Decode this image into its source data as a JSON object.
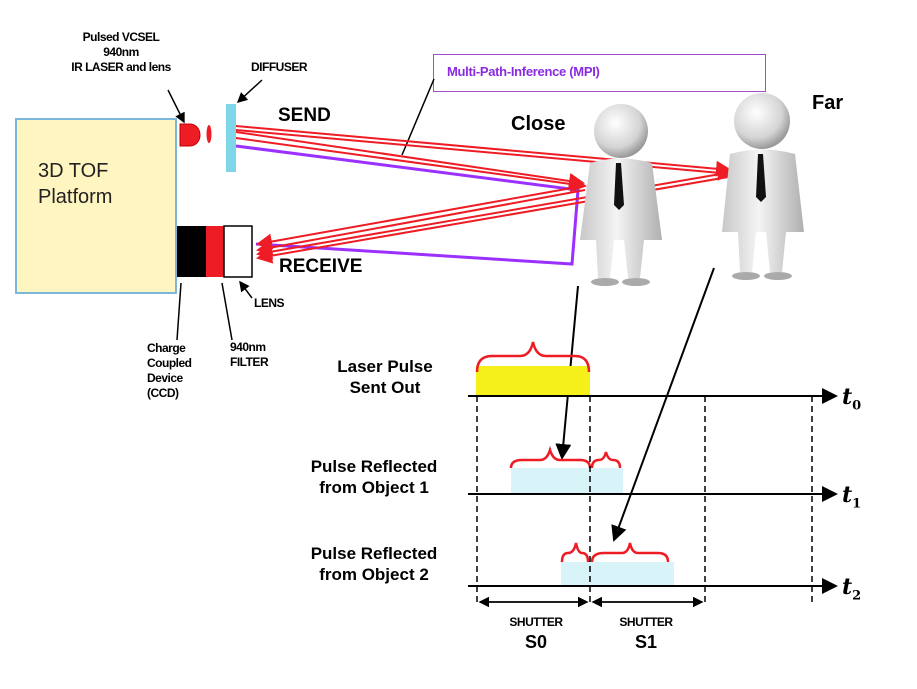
{
  "labels": {
    "vcsel": [
      "Pulsed VCSEL",
      "940nm",
      "IR LASER and lens"
    ],
    "diffuser": "DIFFUSER",
    "send": "SEND",
    "receive": "RECEIVE",
    "lens": "LENS",
    "filter": [
      "940nm",
      "FILTER"
    ],
    "ccd": [
      "Charge",
      "Coupled",
      "Device",
      "(CCD)"
    ],
    "platform": [
      "3D TOF",
      "Platform"
    ],
    "mpi": "Multi-Path-Inference (MPI)",
    "close": "Close",
    "far": "Far"
  },
  "timing": {
    "rows": [
      {
        "label": [
          "Laser Pulse",
          "Sent Out"
        ],
        "t": "t",
        "sub": "0"
      },
      {
        "label": [
          "Pulse Reflected",
          "from Object 1"
        ],
        "t": "t",
        "sub": "1"
      },
      {
        "label": [
          "Pulse Reflected",
          "from Object 2"
        ],
        "t": "t",
        "sub": "2"
      }
    ],
    "shutters": [
      {
        "top": "SHUTTER",
        "bottom": "S0"
      },
      {
        "top": "SHUTTER",
        "bottom": "S1"
      }
    ]
  },
  "colors": {
    "laser_pulse": "#f5ef1a",
    "reflected_pulse": "#d9f4f8",
    "send_ray": "#ee1c24",
    "mpi_path": "#9b30ff",
    "platform_fill": "#fff5c0",
    "platform_border": "#7bb7dd",
    "diffuser": "#7fd6e8"
  }
}
